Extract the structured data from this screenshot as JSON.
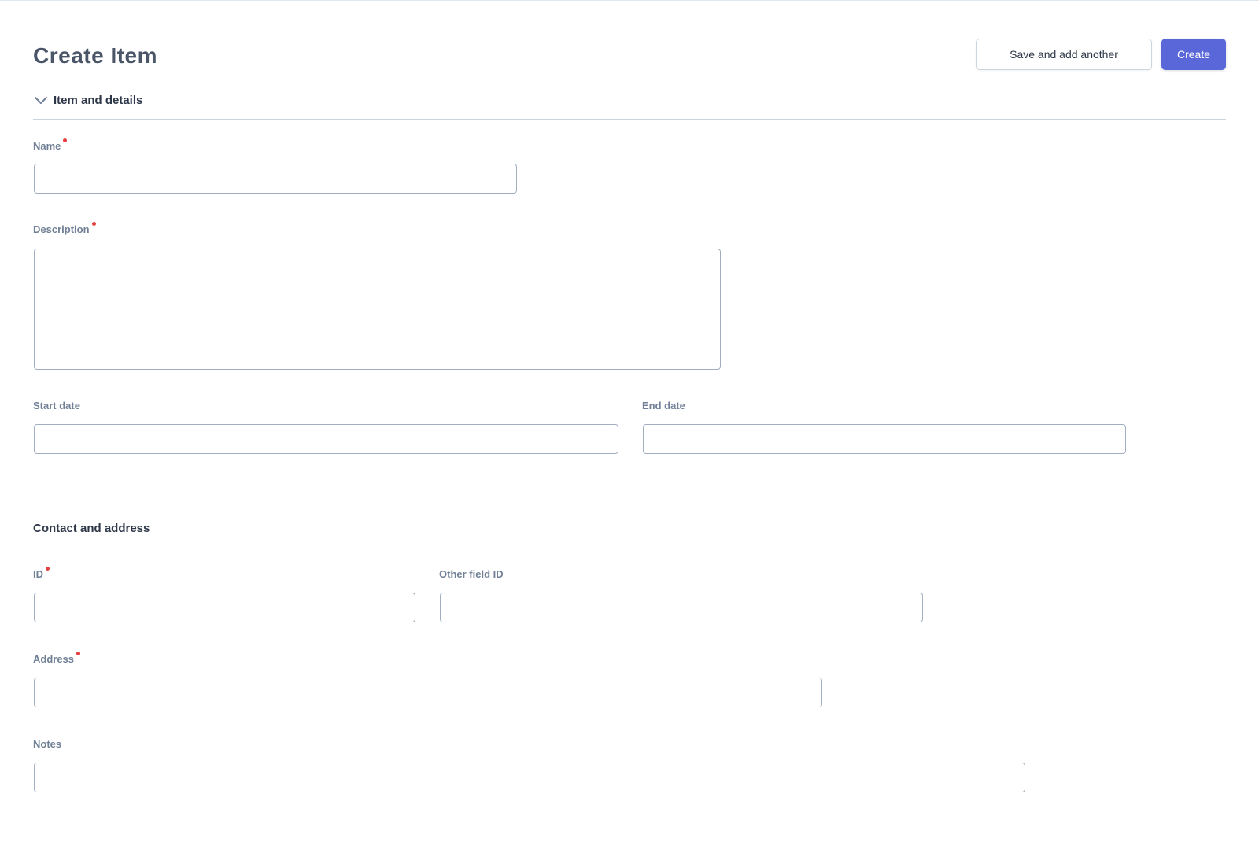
{
  "page": {
    "title": "Create Item"
  },
  "header": {
    "secondary_button_label": "Save and add another",
    "primary_button_label": "Create"
  },
  "sections": {
    "basic": {
      "heading": "Item and details"
    },
    "contact": {
      "heading": "Contact and address"
    }
  },
  "fields": {
    "name": {
      "label": "Name",
      "value": ""
    },
    "description": {
      "label": "Description",
      "value": ""
    },
    "start_date": {
      "label": "Start date",
      "value": ""
    },
    "end_date": {
      "label": "End date",
      "value": ""
    },
    "id": {
      "label": "ID",
      "value": ""
    },
    "other_field": {
      "label": "Other field ID",
      "value": ""
    },
    "address": {
      "label": "Address",
      "value": ""
    },
    "notes": {
      "label": "Notes",
      "value": ""
    }
  },
  "colors": {
    "primary": "#5a67d8",
    "required": "#e53e3e",
    "border": "#a0aec0",
    "label": "#718096"
  },
  "icons": {
    "collapse": "chevron-down-icon"
  }
}
